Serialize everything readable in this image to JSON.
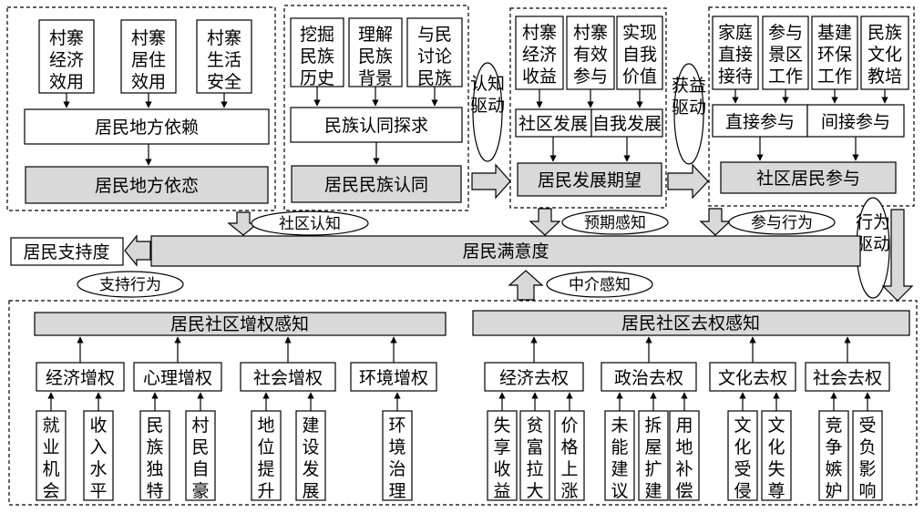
{
  "place_attachment": {
    "top_items": [
      "村寨\n经济\n效用",
      "村寨\n居住\n效用",
      "村寨\n生活\n安全"
    ],
    "dependence": "居民地方依赖",
    "attachment": "居民地方依恋"
  },
  "ethnic_identity": {
    "top_items": [
      "挖掘\n民族\n历史",
      "理解\n民族\n背景",
      "与民\n讨论\n民族"
    ],
    "quest": "民族认同探求",
    "identity": "居民民族认同"
  },
  "development": {
    "top_items": [
      "村寨\n经济\n收益",
      "村寨\n有效\n参与",
      "实现\n自我\n价值"
    ],
    "community_dev": "社区发展",
    "self_dev": "自我发展",
    "expectation": "居民发展期望"
  },
  "participation": {
    "top_items": [
      "家庭\n直接\n接待",
      "参与\n景区\n工作",
      "基建\n环保\n工作",
      "民族\n文化\n教培"
    ],
    "direct": "直接参与",
    "indirect": "间接参与",
    "community_participation": "社区居民参与"
  },
  "drivers": {
    "cognitive": "认知\n驱动",
    "benefit": "获益\n驱动",
    "behavior": "行为\n驱动"
  },
  "perceptions": {
    "community_cognition": "社区认知",
    "expected_perception": "预期感知",
    "participation_behavior": "参与行为",
    "support_behavior": "支持行为",
    "mediating_perception": "中介感知"
  },
  "satisfaction": "居民满意度",
  "support": "居民支持度",
  "empowerment": {
    "title": "居民社区增权感知",
    "groups": [
      {
        "label": "经济增权",
        "items": [
          "就\n业\n机\n会",
          "收\n入\n水\n平"
        ]
      },
      {
        "label": "心理增权",
        "items": [
          "民\n族\n独\n特",
          "村\n民\n自\n豪"
        ]
      },
      {
        "label": "社会增权",
        "items": [
          "地\n位\n提\n升",
          "建\n设\n发\n展"
        ]
      },
      {
        "label": "环境增权",
        "items": [
          "环\n境\n治\n理"
        ]
      }
    ]
  },
  "disempowerment": {
    "title": "居民社区去权感知",
    "groups": [
      {
        "label": "经济去权",
        "items": [
          "失\n享\n收\n益",
          "贫\n富\n拉\n大",
          "价\n格\n上\n涨"
        ]
      },
      {
        "label": "政治去权",
        "items": [
          "未\n能\n建\n议",
          "拆\n屋\n扩\n建",
          "用\n地\n补\n偿"
        ]
      },
      {
        "label": "文化去权",
        "items": [
          "文\n化\n受\n侵",
          "文\n化\n失\n尊"
        ]
      },
      {
        "label": "社会去权",
        "items": [
          "竞\n争\n嫉\n妒",
          "受\n负\n影\n响"
        ]
      }
    ]
  }
}
